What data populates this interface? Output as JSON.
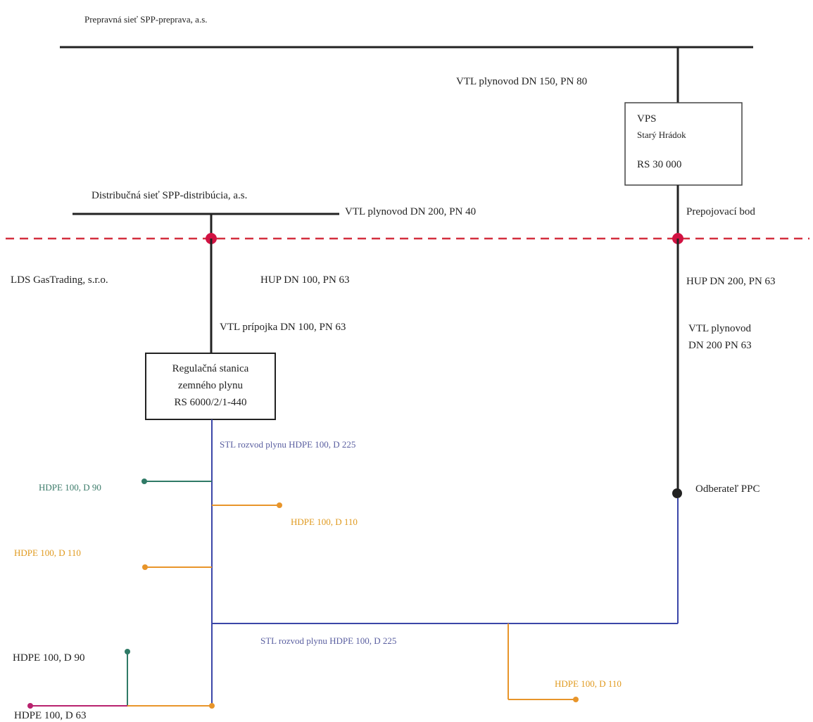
{
  "colors": {
    "black": "#222222",
    "red_marker": "#d11242",
    "red_dashed": "#d32f3f",
    "blue_pipe": "#3b46a8",
    "green_pipe": "#2f7a66",
    "orange_pipe": "#e8952a",
    "magenta_pipe": "#b8226e"
  },
  "labels": {
    "transport_network": "Prepravná sieť SPP-preprava, a.s.",
    "vtl_dn150": "VTL plynovod DN 150, PN 80",
    "vps_title": "VPS",
    "vps_location": "Starý Hrádok",
    "vps_rs": "RS 30 000",
    "distribution_network": "Distribučná sieť SPP-distribúcia, a.s.",
    "vtl_dn200_pn40": "VTL plynovod DN 200, PN 40",
    "interconnection_point": "Prepojovací bod",
    "lds_name": "LDS GasTrading, s.r.o.",
    "hup_dn100": "HUP DN 100, PN 63",
    "hup_dn200": "HUP DN 200, PN 63",
    "vtl_pripojka": "VTL prípojka DN 100, PN 63",
    "vtl_dn200_pn63_line1": "VTL plynovod",
    "vtl_dn200_pn63_line2": "DN 200 PN 63",
    "rs_line1": "Regulačná stanica",
    "rs_line2": "zemného plynu",
    "rs_line3": "RS 6000/2/1-440",
    "stl_top": "STL rozvod plynu HDPE 100, D 225",
    "stl_bottom": "STL rozvod plynu HDPE 100, D 225",
    "consumer_ppc": "Odberateľ PPC",
    "hdpe_d90_top": "HDPE 100, D 90",
    "hdpe_d110_right": "HDPE 100, D 110",
    "hdpe_d110_left": "HDPE 100, D 110",
    "hdpe_d90_bottom": "HDPE 100, D 90",
    "hdpe_d63": "HDPE 100, D 63",
    "hdpe_d110_bottom": "HDPE 100, D 110"
  }
}
